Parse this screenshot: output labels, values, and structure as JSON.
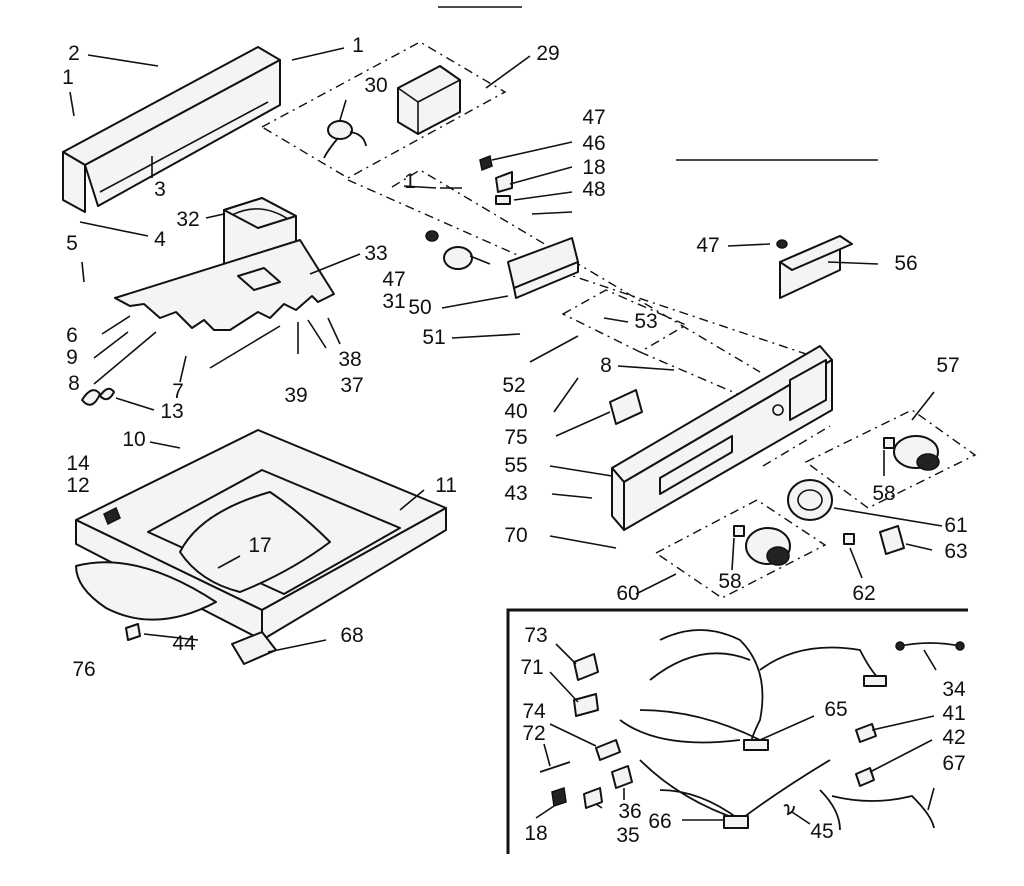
{
  "diagram": {
    "callouts": [
      {
        "id": "c1a",
        "text": "1"
      },
      {
        "id": "c2",
        "text": "2"
      },
      {
        "id": "c1b",
        "text": "1"
      },
      {
        "id": "c3",
        "text": "3"
      },
      {
        "id": "c32",
        "text": "32"
      },
      {
        "id": "c4",
        "text": "4"
      },
      {
        "id": "c5",
        "text": "5"
      },
      {
        "id": "c6",
        "text": "6"
      },
      {
        "id": "c9",
        "text": "9"
      },
      {
        "id": "c8a",
        "text": "8"
      },
      {
        "id": "c7",
        "text": "7"
      },
      {
        "id": "c13",
        "text": "13"
      },
      {
        "id": "c14",
        "text": "14"
      },
      {
        "id": "c12",
        "text": "12"
      },
      {
        "id": "c10",
        "text": "10"
      },
      {
        "id": "c11",
        "text": "11"
      },
      {
        "id": "c17",
        "text": "17"
      },
      {
        "id": "c76",
        "text": "76"
      },
      {
        "id": "c44",
        "text": "44"
      },
      {
        "id": "c68",
        "text": "68"
      },
      {
        "id": "c29",
        "text": "29"
      },
      {
        "id": "c30",
        "text": "30"
      },
      {
        "id": "c33",
        "text": "33"
      },
      {
        "id": "c47a",
        "text": "47"
      },
      {
        "id": "c31",
        "text": "31"
      },
      {
        "id": "c38",
        "text": "38"
      },
      {
        "id": "c37",
        "text": "37"
      },
      {
        "id": "c39",
        "text": "39"
      },
      {
        "id": "c47b",
        "text": "47"
      },
      {
        "id": "c46",
        "text": "46"
      },
      {
        "id": "c18a",
        "text": "18"
      },
      {
        "id": "c48",
        "text": "48"
      },
      {
        "id": "c1c",
        "text": "1"
      },
      {
        "id": "c50",
        "text": "50"
      },
      {
        "id": "c51",
        "text": "51"
      },
      {
        "id": "c53",
        "text": "53"
      },
      {
        "id": "c52",
        "text": "52"
      },
      {
        "id": "c8b",
        "text": "8"
      },
      {
        "id": "c40",
        "text": "40"
      },
      {
        "id": "c75",
        "text": "75"
      },
      {
        "id": "c55",
        "text": "55"
      },
      {
        "id": "c43",
        "text": "43"
      },
      {
        "id": "c70",
        "text": "70"
      },
      {
        "id": "c47c",
        "text": "47"
      },
      {
        "id": "c56",
        "text": "56"
      },
      {
        "id": "c57",
        "text": "57"
      },
      {
        "id": "c58a",
        "text": "58"
      },
      {
        "id": "c61",
        "text": "61"
      },
      {
        "id": "c63",
        "text": "63"
      },
      {
        "id": "c62",
        "text": "62"
      },
      {
        "id": "c58b",
        "text": "58"
      },
      {
        "id": "c60",
        "text": "60"
      },
      {
        "id": "c73",
        "text": "73"
      },
      {
        "id": "c71",
        "text": "71"
      },
      {
        "id": "c74",
        "text": "74"
      },
      {
        "id": "c72",
        "text": "72"
      },
      {
        "id": "c65",
        "text": "65"
      },
      {
        "id": "c34",
        "text": "34"
      },
      {
        "id": "c41",
        "text": "41"
      },
      {
        "id": "c42",
        "text": "42"
      },
      {
        "id": "c67",
        "text": "67"
      },
      {
        "id": "c36",
        "text": "36"
      },
      {
        "id": "c35",
        "text": "35"
      },
      {
        "id": "c66",
        "text": "66"
      },
      {
        "id": "c45",
        "text": "45"
      },
      {
        "id": "c18b",
        "text": "18"
      }
    ]
  }
}
